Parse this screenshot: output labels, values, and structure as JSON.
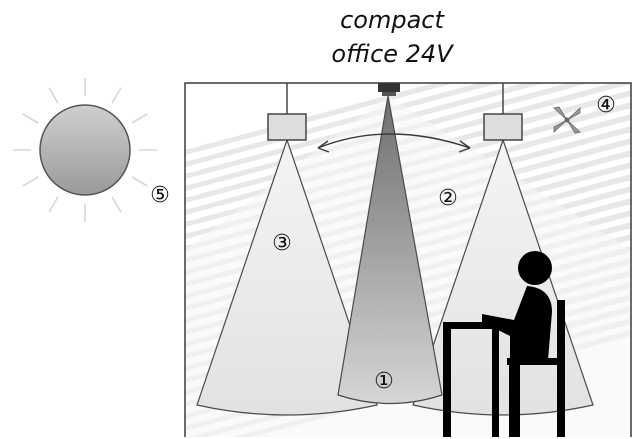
{
  "header": {
    "title_line1": "compact",
    "title_line2": "office 24V"
  },
  "callouts": {
    "ceiling_sensor_zone": "①",
    "detection_arc": "②",
    "luminaire_zone": "③",
    "hvac_fan": "④",
    "daylight_sun": "⑤"
  },
  "colors": {
    "outline": "#3a3a3a",
    "sensor_zone": "#8c8c8c",
    "luminaire_cone": "#ececec",
    "sun_fill": "#b8b8b8",
    "daylight_rays": "#dedede",
    "person": "#000000"
  },
  "icons": {
    "sun": "sun-icon",
    "fan": "fan-icon",
    "sensor": "sensor-icon",
    "person": "person-icon"
  }
}
